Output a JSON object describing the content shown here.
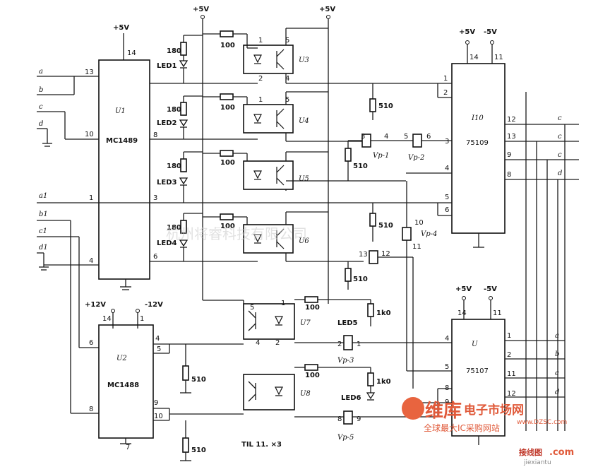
{
  "chips": {
    "u1": {
      "ref": "U1",
      "part": "MC1489",
      "pin_vcc": "14"
    },
    "u2": {
      "ref": "U2",
      "part": "MC1488",
      "pin_vcc": "14",
      "pin_vee": "1",
      "pin_gnd": "7"
    },
    "u10": {
      "ref": "I10",
      "part": "75109",
      "pin_vcc": "14",
      "pin_vee": "11"
    },
    "u9": {
      "ref": "U",
      "part": "75107",
      "pin_vcc": "14",
      "pin_vee": "11"
    }
  },
  "supplies": {
    "p5": "+5V",
    "m5": "-5V",
    "p12": "+12V",
    "m12": "-12V"
  },
  "inputs": [
    "a",
    "b",
    "c",
    "d",
    "a1",
    "b1",
    "c1",
    "d1"
  ],
  "outputs_top": [
    "c",
    "c",
    "c",
    "d"
  ],
  "outputs_bottom": [
    "a",
    "b",
    "c",
    "d"
  ],
  "optos": {
    "u3": "U3",
    "u4": "U4",
    "u5": "U5",
    "u6": "U6",
    "u7": "U7",
    "u8": "U8",
    "pin1": "1",
    "pin2": "2",
    "pin4": "4",
    "pin5": "5"
  },
  "resistors": {
    "r180": "180",
    "r100": "100",
    "r510": "510",
    "r1k": "1k0"
  },
  "leds": [
    "LED1",
    "LED2",
    "LED3",
    "LED4",
    "LED5",
    "LED6"
  ],
  "gates": {
    "vd1": "Vp-1",
    "vd2": "Vp-2",
    "vd4": "Vp-4",
    "vd3": "Vp-3",
    "vd5": "Vp-5"
  },
  "caption": "TIL 11. ×3",
  "watermarks": {
    "center": "杭州将睿科技有限公司",
    "brand": "维库",
    "brand_sub": "电子市场网",
    "slogan": "全球最大IC采购网站",
    "site_short": "www.DZSC.com",
    "jiexian_cn": "接线图",
    "jiexian_url": "jiexiantu",
    "dotcom": ".com"
  }
}
